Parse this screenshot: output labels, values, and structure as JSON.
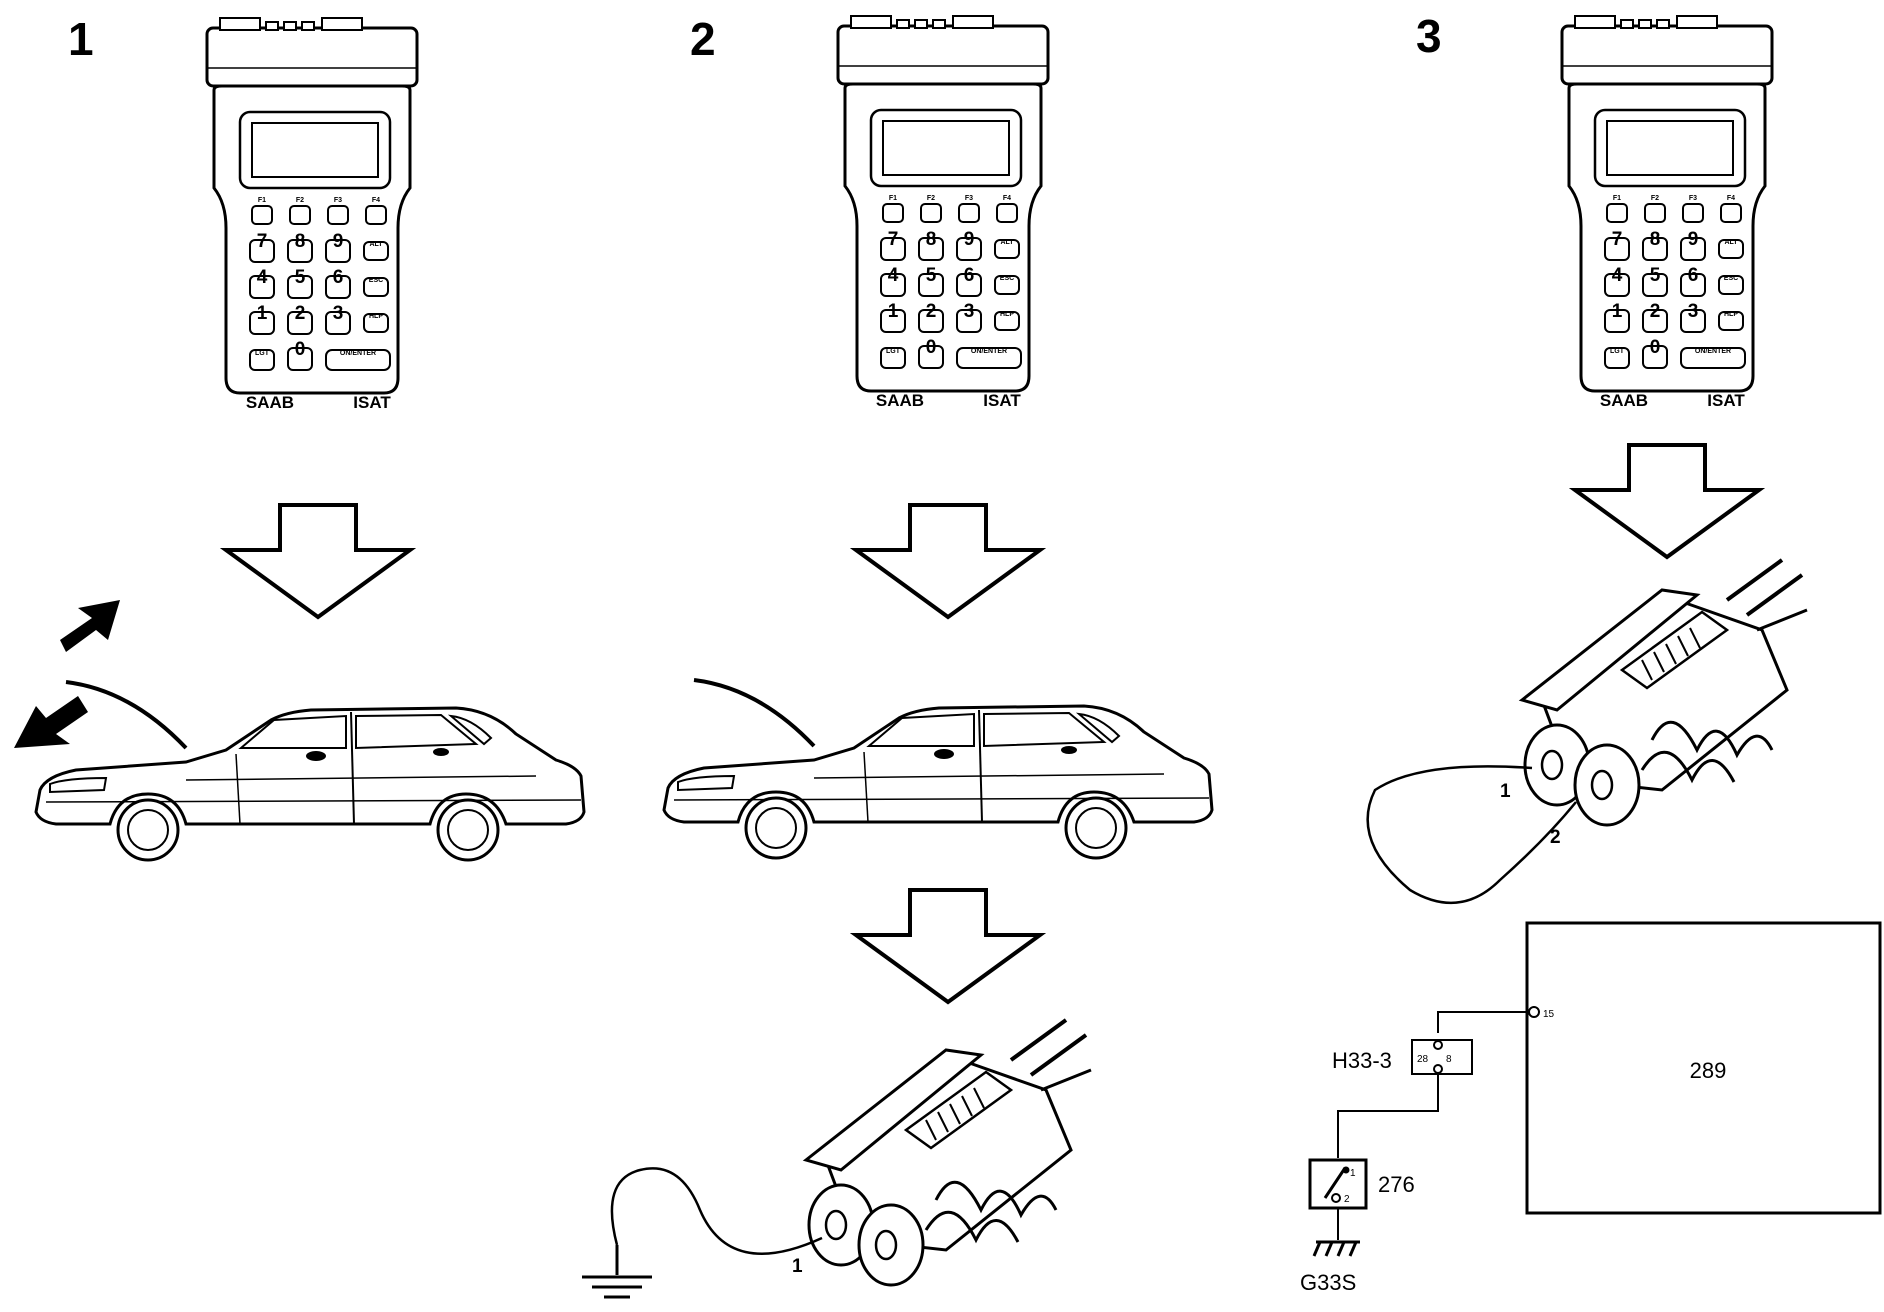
{
  "steps": [
    {
      "number": "1",
      "tester": {
        "brand": "SAAB",
        "model": "ISAT"
      }
    },
    {
      "number": "2",
      "tester": {
        "brand": "SAAB",
        "model": "ISAT"
      },
      "connector": {
        "pin_label": "1"
      }
    },
    {
      "number": "3",
      "tester": {
        "brand": "SAAB",
        "model": "ISAT"
      },
      "connector": {
        "pin_label_1": "1",
        "pin_label_2": "2"
      }
    }
  ],
  "keypad": {
    "row1": [
      "F1",
      "F2",
      "F3",
      "F4"
    ],
    "row2": [
      "7",
      "8",
      "9",
      "ALT"
    ],
    "row3": [
      "4",
      "5",
      "6",
      "ESC"
    ],
    "row4": [
      "1",
      "2",
      "3",
      "HLP"
    ],
    "row5": [
      "LGT",
      "0",
      "ON/ENTER"
    ]
  },
  "schematic": {
    "control_unit": "289",
    "pin_15": "15",
    "connector": "H33-3",
    "connector_pin_left": "28",
    "connector_pin_right": "8",
    "switch": "276",
    "switch_pin_1": "1",
    "switch_pin_2": "2",
    "ground": "G33S"
  },
  "icons": [
    "diagnostic-tester-icon",
    "down-arrow-icon",
    "car-icon",
    "bonnet-arrows-icon",
    "connector-icon",
    "ground-symbol-icon"
  ]
}
